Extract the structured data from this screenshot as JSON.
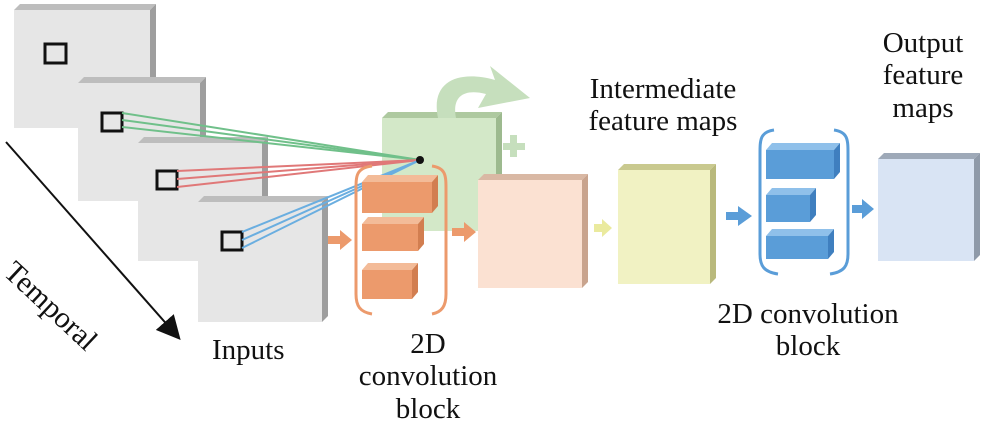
{
  "labels": {
    "temporal": "Temporal",
    "inputs": "Inputs",
    "block_left": [
      "2D",
      "convolution",
      "block"
    ],
    "intermediate": [
      "Intermediate",
      "feature maps"
    ],
    "output": [
      "Output",
      "feature",
      "maps"
    ],
    "block_right": [
      "2D convolution",
      "block"
    ]
  },
  "colors": {
    "frame": "#e6e6e6",
    "orange_block": "#ec9a6c",
    "green_map": "#d3e8c8",
    "peach_map": "#fbe1d2",
    "yellow_map": "#f1f2c3",
    "blue_block": "#5a9dd8",
    "output_map": "#d9e4f4",
    "line_green": "#70c08a",
    "line_red": "#e07878",
    "line_blue": "#6aaee0"
  }
}
